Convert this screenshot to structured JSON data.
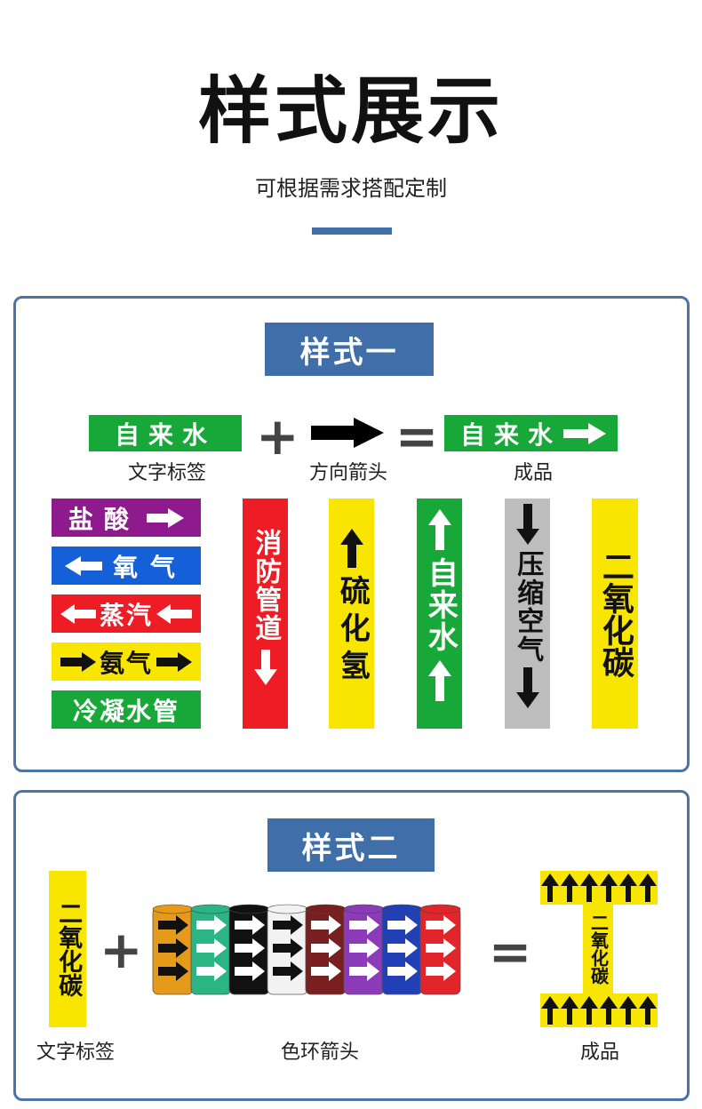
{
  "header": {
    "title": "样式展示",
    "subtitle": "可根据需求搭配定制"
  },
  "style1": {
    "badge": "样式一",
    "formula": {
      "text_label": "自来水",
      "plus": "+",
      "equals": "=",
      "result_label": "自来水",
      "captions": [
        "文字标签",
        "方向箭头",
        "成品"
      ]
    },
    "horizontal_labels": [
      {
        "text": "盐酸",
        "bg": "#8e1a8e",
        "fg": "#ffffff"
      },
      {
        "text": "氧气",
        "bg": "#1560d8",
        "fg": "#ffffff"
      },
      {
        "text": "蒸汽",
        "bg": "#ee1c25",
        "fg": "#ffffff"
      },
      {
        "text": "氨气",
        "bg": "#f8e500",
        "fg": "#111111"
      },
      {
        "text": "冷凝水管",
        "bg": "#18a83a",
        "fg": "#ffffff"
      }
    ],
    "vertical_labels": [
      {
        "text": "消防管道",
        "bg": "#ee1c25",
        "fg": "#ffffff"
      },
      {
        "text": "硫化氢",
        "bg": "#f8e500",
        "fg": "#111111"
      },
      {
        "text": "自来水",
        "bg": "#18a83a",
        "fg": "#ffffff"
      },
      {
        "text": "压缩空气",
        "bg": "#bdbdbd",
        "fg": "#111111"
      },
      {
        "text": "二氧化碳",
        "bg": "#f8e500",
        "fg": "#111111"
      }
    ]
  },
  "style2": {
    "badge": "样式二",
    "text_label": "二氧化碳",
    "plus": "+",
    "equals": "=",
    "result_label": "二氧化碳",
    "tape_colors": [
      "#e59a1a",
      "#2bb585",
      "#111111",
      "#f2f2f2",
      "#7a1f1f",
      "#8c3bb8",
      "#2140b8",
      "#e0262a"
    ],
    "captions": [
      "文字标签",
      "色环箭头",
      "成品"
    ]
  },
  "colors": {
    "accent": "#3f6ea8",
    "green": "#18a83a",
    "yellow": "#f8e500"
  }
}
